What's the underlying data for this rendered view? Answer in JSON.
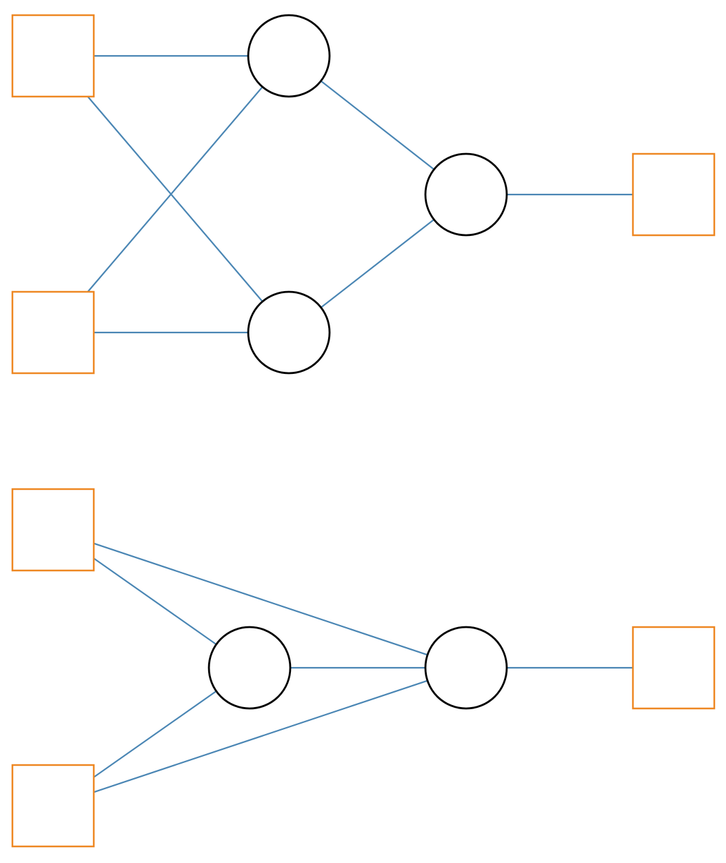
{
  "colors": {
    "background": "#ffffff",
    "edge": "#4a86b4",
    "io_node_stroke": "#ee8722",
    "hidden_node_stroke": "#000000"
  },
  "diagrams": [
    {
      "id": "layered-network",
      "nodes": [
        {
          "id": "in1",
          "kind": "square"
        },
        {
          "id": "in2",
          "kind": "square"
        },
        {
          "id": "h1",
          "kind": "circle"
        },
        {
          "id": "h2",
          "kind": "circle"
        },
        {
          "id": "h3",
          "kind": "circle"
        },
        {
          "id": "out",
          "kind": "square"
        }
      ],
      "edges": [
        [
          "in1",
          "h1"
        ],
        [
          "in1",
          "h2"
        ],
        [
          "in2",
          "h1"
        ],
        [
          "in2",
          "h2"
        ],
        [
          "h1",
          "h3"
        ],
        [
          "h2",
          "h3"
        ],
        [
          "h3",
          "out"
        ]
      ]
    },
    {
      "id": "skip-connection-network",
      "nodes": [
        {
          "id": "in1",
          "kind": "square"
        },
        {
          "id": "in2",
          "kind": "square"
        },
        {
          "id": "h1",
          "kind": "circle"
        },
        {
          "id": "h2",
          "kind": "circle"
        },
        {
          "id": "out",
          "kind": "square"
        }
      ],
      "edges": [
        [
          "in1",
          "h1"
        ],
        [
          "in1",
          "h2"
        ],
        [
          "in2",
          "h1"
        ],
        [
          "in2",
          "h2"
        ],
        [
          "h1",
          "h2"
        ],
        [
          "h2",
          "out"
        ]
      ]
    }
  ]
}
